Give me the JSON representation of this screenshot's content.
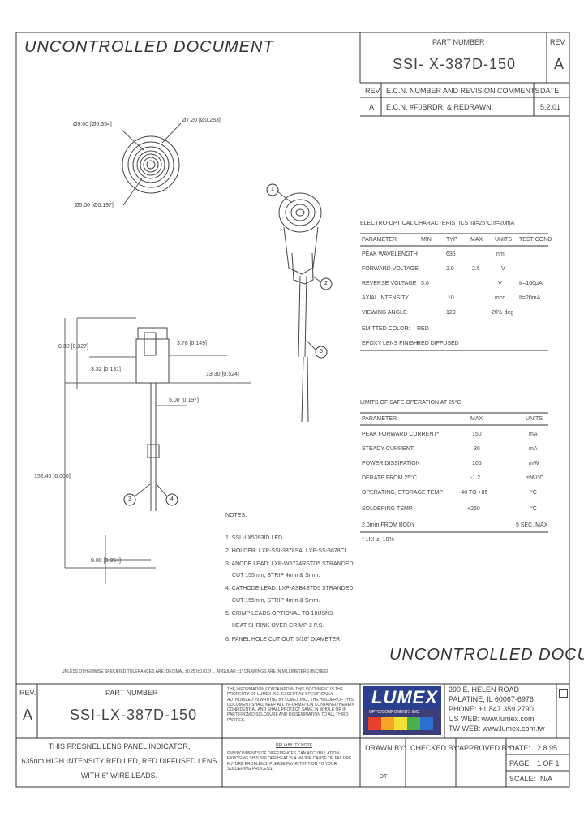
{
  "header": {
    "watermark": "UNCONTROLLED DOCUMENT",
    "part_number_label": "PART NUMBER",
    "part_number": "SSI- X-387D-150",
    "rev_label": "REV.",
    "rev": "A"
  },
  "revision_table": {
    "col_rev": "REV",
    "col_ecn": "E.C.N. NUMBER AND REVISION COMMENTS",
    "col_date": "DATE",
    "rows": [
      {
        "rev": "A",
        "comment": "E.C.N. #F0BRDR. & REDRAWN.",
        "date": "5.2.01"
      }
    ]
  },
  "drawing_labels": {
    "dia_900": "Ø9.00 [Ø0.354]",
    "dia_720": "Ø7.20 [Ø0.283]",
    "dia_500": "Ø5.00 [Ø0.197]",
    "dim_830": "8.30 [0.327]",
    "dim_378": "3.78 [0.149]",
    "dim_332": "3.32 [0.131]",
    "dim_1330": "13.30 [0.524]",
    "dim_500": "5.00 [0.197]",
    "dim_15240": "152.40 [6.000]",
    "dim_900": "9.00 [0.354]",
    "balloon_1": "1",
    "balloon_2": "2",
    "balloon_3": "3",
    "balloon_4": "4",
    "balloon_5": "5"
  },
  "electro_optical": {
    "title": "ELECTRO-OPTICAL CHARACTERISTICS Ta=25°C    If=20mA",
    "headers": [
      "PARAMETER",
      "MIN",
      "TYP",
      "MAX",
      "UNITS",
      "TEST COND"
    ],
    "rows": [
      [
        "PEAK WAVELENGTH",
        "",
        "635",
        "",
        "nm",
        ""
      ],
      [
        "FORWARD VOLTAGE",
        "",
        "2.0",
        "2.5",
        "V",
        ""
      ],
      [
        "REVERSE VOLTAGE",
        "5.0",
        "",
        "",
        "V",
        "Ir=100µA"
      ],
      [
        "AXIAL INTENSITY",
        "",
        "10",
        "",
        "mcd",
        "If=20mA"
      ],
      [
        "VIEWING ANGLE",
        "",
        "120",
        "",
        "2θ½ deg",
        ""
      ],
      [
        "EMITTED COLOR:",
        "RED",
        "",
        "",
        "",
        ""
      ],
      [
        "EPOXY LENS FINISH:",
        "RED DIFFUSED",
        "",
        "",
        "",
        ""
      ]
    ]
  },
  "limits": {
    "title": "LIMITS OF SAFE OPERATION AT 25°C",
    "headers": [
      "PARAMETER",
      "MAX",
      "UNITS"
    ],
    "rows": [
      [
        "PEAK FORWARD CURRENT*",
        "150",
        "mA"
      ],
      [
        "STEADY CURRENT",
        "30",
        "mA"
      ],
      [
        "POWER DISSIPATION",
        "105",
        "mW"
      ],
      [
        "DERATE FROM 25°C",
        "-1.2",
        "mW/°C"
      ],
      [
        "OPERATING, STORAGE TEMP",
        "-40 TO +85",
        "°C"
      ],
      [
        "SOLDERING TEMP.",
        "+260",
        "°C"
      ],
      [
        "2.0mm FROM BODY",
        "",
        "5 SEC. MAX"
      ]
    ],
    "footnote": "* 1KHz, 10%"
  },
  "notes": {
    "title": "NOTES:",
    "items": [
      "1. SSL-LX5093ID LED.",
      "2. HOLDER: LXP-SSI-3878SA, LXP-SS-3878CL",
      "3. ANODE LEAD: LXP-W5724RSTD5 STRANDED,",
      "   CUT 155mm, STRIP 4mm & Smm.",
      "4. CATHODE LEAD: LXP-ASB4STD5 STRANDED,",
      "   CUT 155mm, STRIP 4mm & Smm.",
      "5. CRIMP LEADS OPTIONAL TO 10USN3.",
      "   HEAT SHRINK OVER CRIMP-2 P.S.",
      "6. PANEL HOLE CUT OUT: 5/16\" DIAMETER."
    ]
  },
  "watermark_bottom": "UNCONTROLLED DOCUMENT",
  "tolerance_line": "UNLESS OTHERWISE SPECIFIED TOLERANCES ARE: DECIMAL ±0.25 [±0.010] ... ANGULAR ±1°    DRAWINGS ARE IN MILLIMETERS [INCHES]",
  "title_block": {
    "rev_label": "REV.",
    "rev": "A",
    "part_number_label": "PART NUMBER",
    "part_number": "SSI-LX-387D-150",
    "description": [
      "THIS FRESNEL LENS PANEL INDICATOR,",
      "635nm HIGH INTENSITY RED LED, RED DIFFUSED LENS",
      "WITH 6\" WIRE LEADS."
    ],
    "proprietary": "THE INFORMATION CONTAINED IN THIS DOCUMENT IS THE PROPERTY OF LUMEX INC. EXCEPT AS SPECIFICALLY AUTHORIZED IN WRITING BY LUMEX INC., THE HOLDER OF THIS DOCUMENT SHALL KEEP ALL INFORMATION CONTAINED HEREIN CONFIDENTIAL AND SHALL PROTECT SAME IN WHOLE OR IN PART FROM DISCLOSURE AND DISSEMINATION TO ALL THIRD PARTIES.",
    "reliability_title": "RELIABILITY NOTE",
    "reliability": "ENVIRONMENTS OF DIFFERENCES CAN ACCUMULATION. EXPOSING THIS SOLDER HEAT IS A MAJOR CAUSE OF FAILURE FUTURE PROBLEMS. PLEASE PAY ATTENTION TO YOUR SOLDERING PROCESS.",
    "logo": "LUMEX",
    "logo_tag": "OPTO/COMPONENTS INC.",
    "address": [
      "290 E. HELEN ROAD",
      "PALATINE, IL  60067-6976",
      "PHONE: +1.847.359.2790",
      "US WEB: www.lumex.com",
      "TW WEB: www.lumex.com.tw"
    ],
    "drawn_by_label": "DRAWN BY:",
    "drawn_by": "DT",
    "checked_by_label": "CHECKED BY:",
    "approved_by_label": "APPROVED BY:",
    "date_label": "DATE:",
    "date": "2.8.95",
    "page_label": "PAGE:",
    "page": "1 OF 1",
    "scale_label": "SCALE:",
    "scale": "N/A"
  }
}
